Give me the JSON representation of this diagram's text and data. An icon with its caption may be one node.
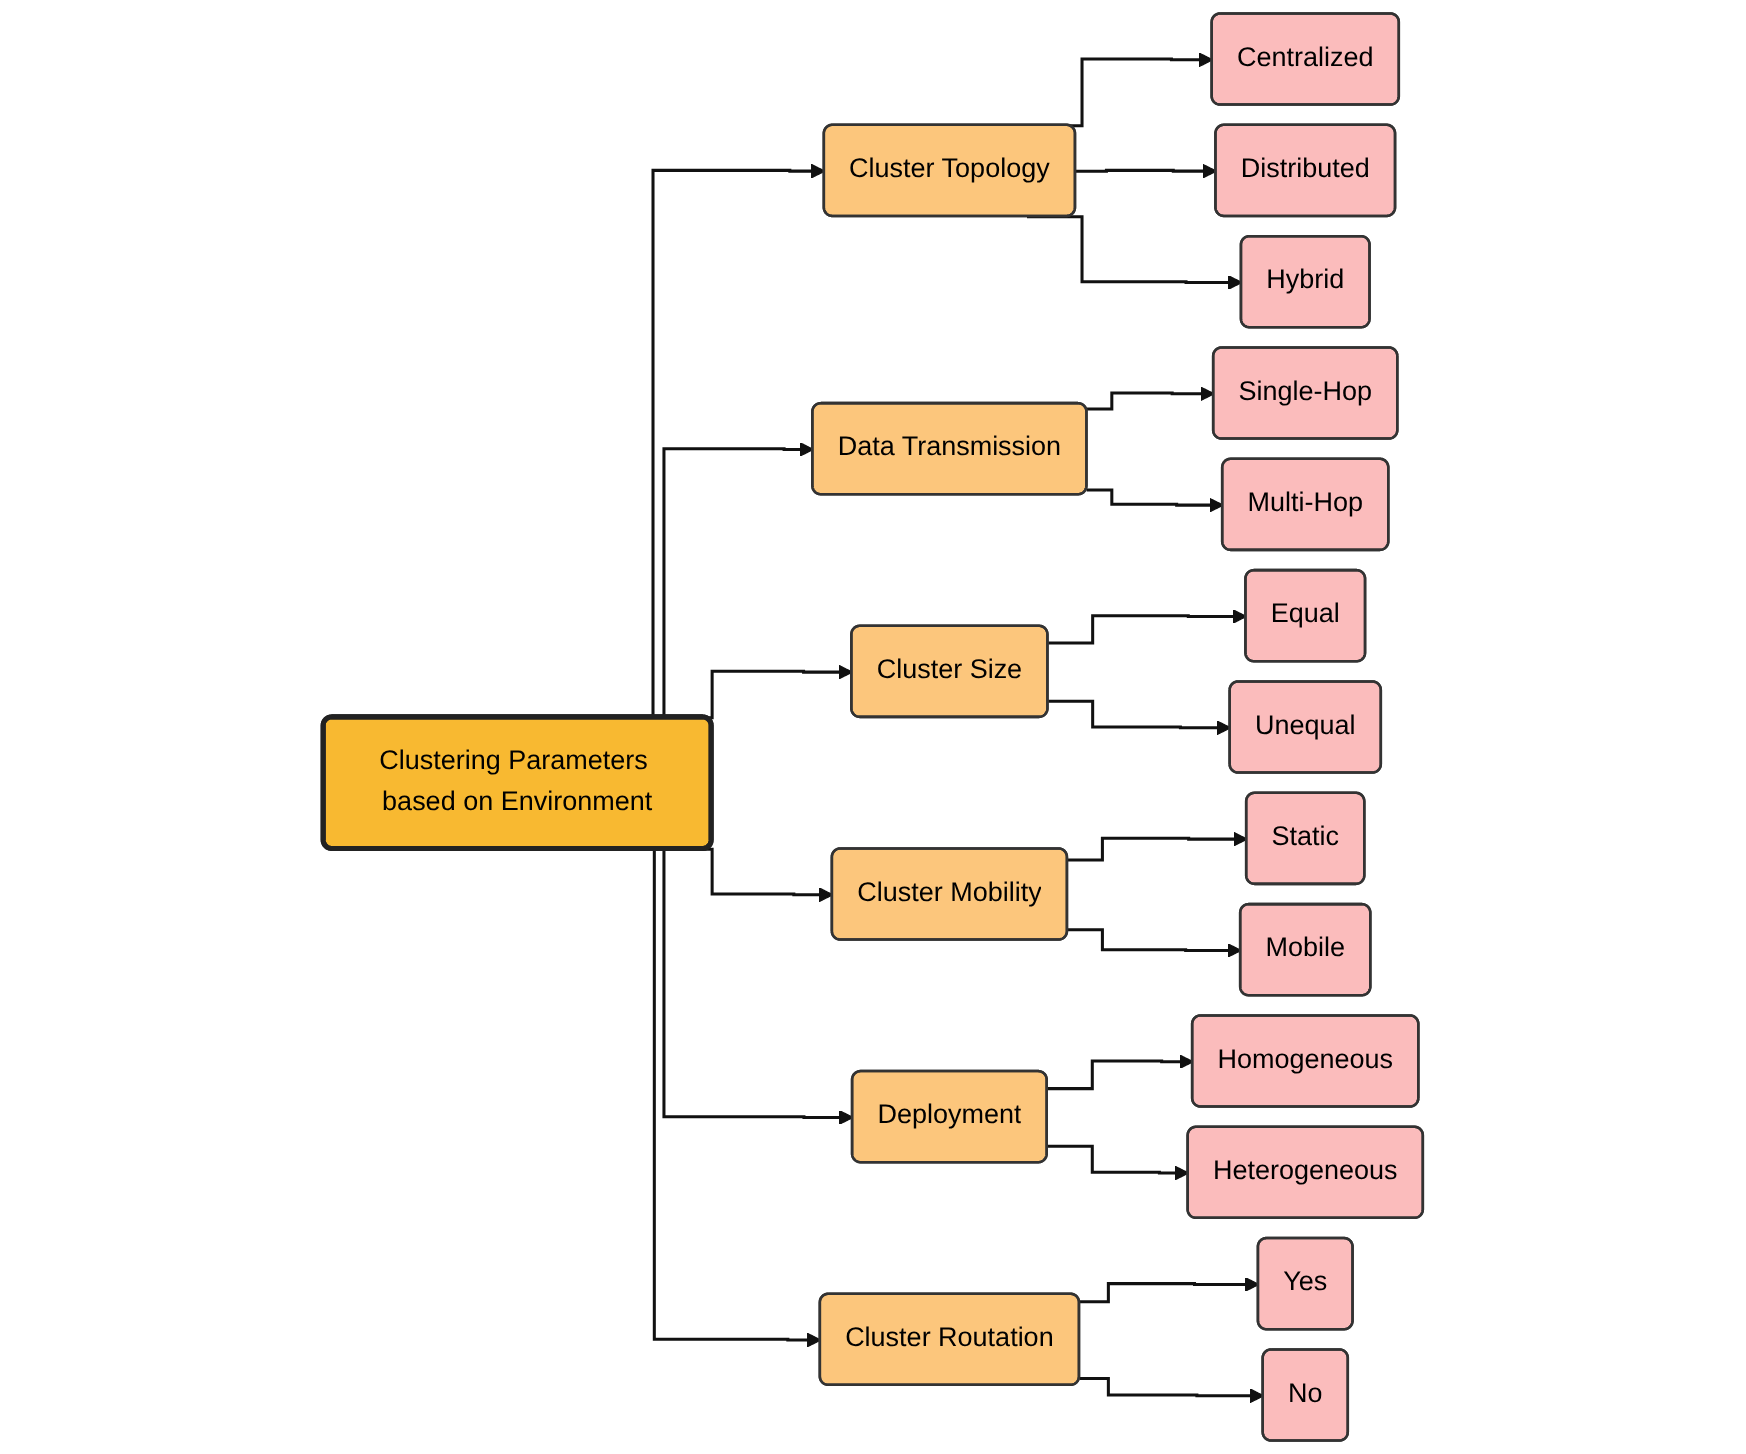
{
  "diagram": {
    "nodes": [
      {
        "text": [
          "Clustering Parameters based on Environment"
        ]
      },
      {
        "text": [
          "Cluster Topology"
        ]
      },
      {
        "text": [
          "Centralized"
        ]
      },
      {
        "text": [
          "Distributed"
        ]
      },
      {
        "text": [
          "Hybrid"
        ]
      },
      {
        "text": [
          "Data Transmission"
        ]
      },
      {
        "text": [
          "Single-Hop"
        ]
      },
      {
        "text": [
          "Multi-Hop"
        ]
      },
      {
        "text": [
          "Cluster Size"
        ]
      },
      {
        "text": [
          "Equal"
        ]
      },
      {
        "text": [
          "Unequal"
        ]
      },
      {
        "text": [
          "Cluster Mobility"
        ]
      },
      {
        "text": [
          "Static"
        ]
      },
      {
        "text": [
          "Mobile"
        ]
      },
      {
        "text": [
          "Deployment"
        ]
      },
      {
        "text": [
          "Homogeneous"
        ]
      },
      {
        "text": [
          "Heterogeneous"
        ]
      },
      {
        "text": [
          "Cluster Routation"
        ]
      },
      {
        "text": [
          "Yes"
        ]
      },
      {
        "text": [
          "No"
        ]
      }
    ],
    "edges": [
      {
        "from": 0,
        "to": 1,
        "arrow": "to"
      },
      {
        "from": 0,
        "to": 5,
        "arrow": "to"
      },
      {
        "from": 0,
        "to": 8,
        "arrow": "to"
      },
      {
        "from": 0,
        "to": 11,
        "arrow": "to"
      },
      {
        "from": 0,
        "to": 14,
        "arrow": "to"
      },
      {
        "from": 0,
        "to": 17,
        "arrow": "to"
      },
      {
        "from": 1,
        "to": 2,
        "arrow": "to"
      },
      {
        "from": 1,
        "to": 3,
        "arrow": "to"
      },
      {
        "from": 1,
        "to": 4,
        "arrow": "to"
      },
      {
        "from": 5,
        "to": 6,
        "arrow": "to"
      },
      {
        "from": 5,
        "to": 7,
        "arrow": "to"
      },
      {
        "from": 8,
        "to": 9,
        "arrow": "to"
      },
      {
        "from": 8,
        "to": 10,
        "arrow": "to"
      },
      {
        "from": 11,
        "to": 12,
        "arrow": "to"
      },
      {
        "from": 11,
        "to": 13,
        "arrow": "to"
      },
      {
        "from": 14,
        "to": 15,
        "arrow": "to"
      },
      {
        "from": 14,
        "to": 16,
        "arrow": "to"
      },
      {
        "from": 17,
        "to": 18,
        "arrow": "to"
      },
      {
        "from": 17,
        "to": 19,
        "arrow": "to"
      }
    ]
  }
}
